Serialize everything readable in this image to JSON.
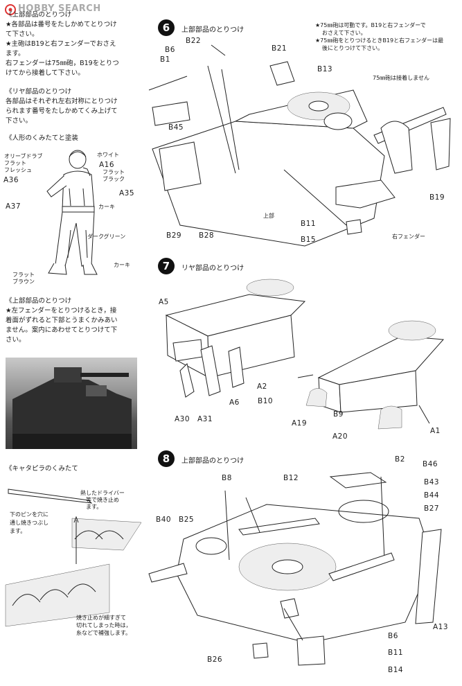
{
  "watermark": {
    "brand": "HOBBY SEARCH"
  },
  "left_column": {
    "section_a": {
      "heading": "《上部部品のとりつけ",
      "line1": "★各部品は番号をたしかめてとりつけ",
      "line2": "て下さい。",
      "line3": "★主砲はB19と右フェンダーでおさえ",
      "line4": "ます。",
      "line5": "右フェンダーは75㎜砲，B19をとりつ",
      "line6": "けてから接着して下さい。"
    },
    "section_b": {
      "heading": "《リヤ部品のとりつけ",
      "line1": "各部品はそれぞれ左右対称にとりつけ",
      "line2": "られます番号をたしかめてくみ上げて",
      "line3": "下さい。"
    },
    "figure": {
      "heading": "《人形のくみたてと塗装",
      "labels": {
        "olive_drab": "オリーブドラブ",
        "flat_flesh_1": "フラット",
        "flat_flesh_2": "フレッシュ",
        "white": "ホワイト",
        "a16": "A16",
        "flat_black_1": "フラット",
        "flat_black_2": "ブラック",
        "a36": "A36",
        "a35": "A35",
        "a37": "A37",
        "khaki_1": "カーキ",
        "dark_green": "ダークグリーン",
        "khaki_2": "カーキ",
        "flat_brown_1": "フラット",
        "flat_brown_2": "ブラウン"
      }
    },
    "section_c": {
      "heading": "《上部部品のとりつけ",
      "line1": "★左フェンダーをとりつけるとき，接",
      "line2": "着面がずれると下部とうまくかみあい",
      "line3": "ません。案内にあわせてとりつけて下",
      "line4": "さい。"
    },
    "tracks": {
      "heading": "《キャタピラのくみたて",
      "note1_1": "熱したドライバー",
      "note1_2": "等で焼き止め",
      "note1_3": "ます。",
      "note2_1": "下のピンを穴に",
      "note2_2": "通し焼きつぶし",
      "note2_3": "ます。",
      "note3_1": "焼き止めが細すぎて",
      "note3_2": "切れてしまった時は，",
      "note3_3": "糸などで補強します。"
    }
  },
  "step6": {
    "number": "6",
    "title": "上部部品のとりつけ",
    "note1": "★75㎜砲は可動です。B19と右フェンダーで",
    "note2": "おさえて下さい。",
    "note3": "★75㎜砲をとりつけるときB19と右フェンダーは最",
    "note4": "後にとりつけて下さい。",
    "note5": "75㎜砲は接着しません",
    "labels": {
      "b22": "B22",
      "b21": "B21",
      "b6": "B6",
      "b1": "B1",
      "b13": "B13",
      "b45": "B45",
      "b19": "B19",
      "upper": "上部",
      "b11": "B11",
      "b15": "B15",
      "right_fender": "右フェンダー",
      "b29": "B29",
      "b28": "B28"
    }
  },
  "step7": {
    "number": "7",
    "title": "リヤ部品のとりつけ",
    "labels": {
      "a5": "A5",
      "a2": "A2",
      "b10": "B10",
      "a6": "A6",
      "a30": "A30",
      "a31": "A31",
      "a19": "A19",
      "b9": "B9",
      "a1": "A1",
      "a20": "A20"
    }
  },
  "step8": {
    "number": "8",
    "title": "上部部品のとりつけ",
    "labels": {
      "b2": "B2",
      "b8": "B8",
      "b12": "B12",
      "b46": "B46",
      "b43": "B43",
      "b44": "B44",
      "b27": "B27",
      "b40": "B40",
      "b25": "B25",
      "a13": "A13",
      "b6": "B6",
      "b11": "B11",
      "b26": "B26",
      "b14": "B14"
    }
  }
}
